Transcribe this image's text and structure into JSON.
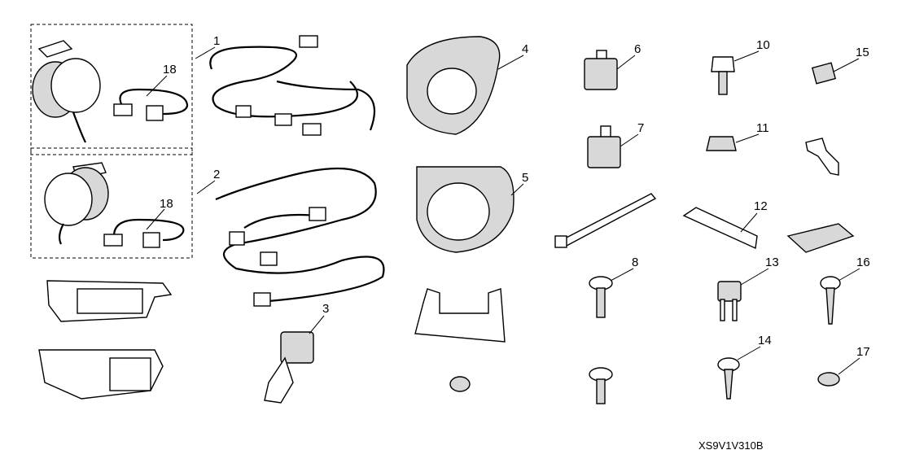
{
  "diagram": {
    "callouts": [
      "1",
      "18",
      "2",
      "18",
      "3",
      "4",
      "5",
      "6",
      "7",
      "8",
      "10",
      "11",
      "12",
      "13",
      "14",
      "15",
      "16",
      "17"
    ],
    "part_code": "XS9V1V310B"
  }
}
